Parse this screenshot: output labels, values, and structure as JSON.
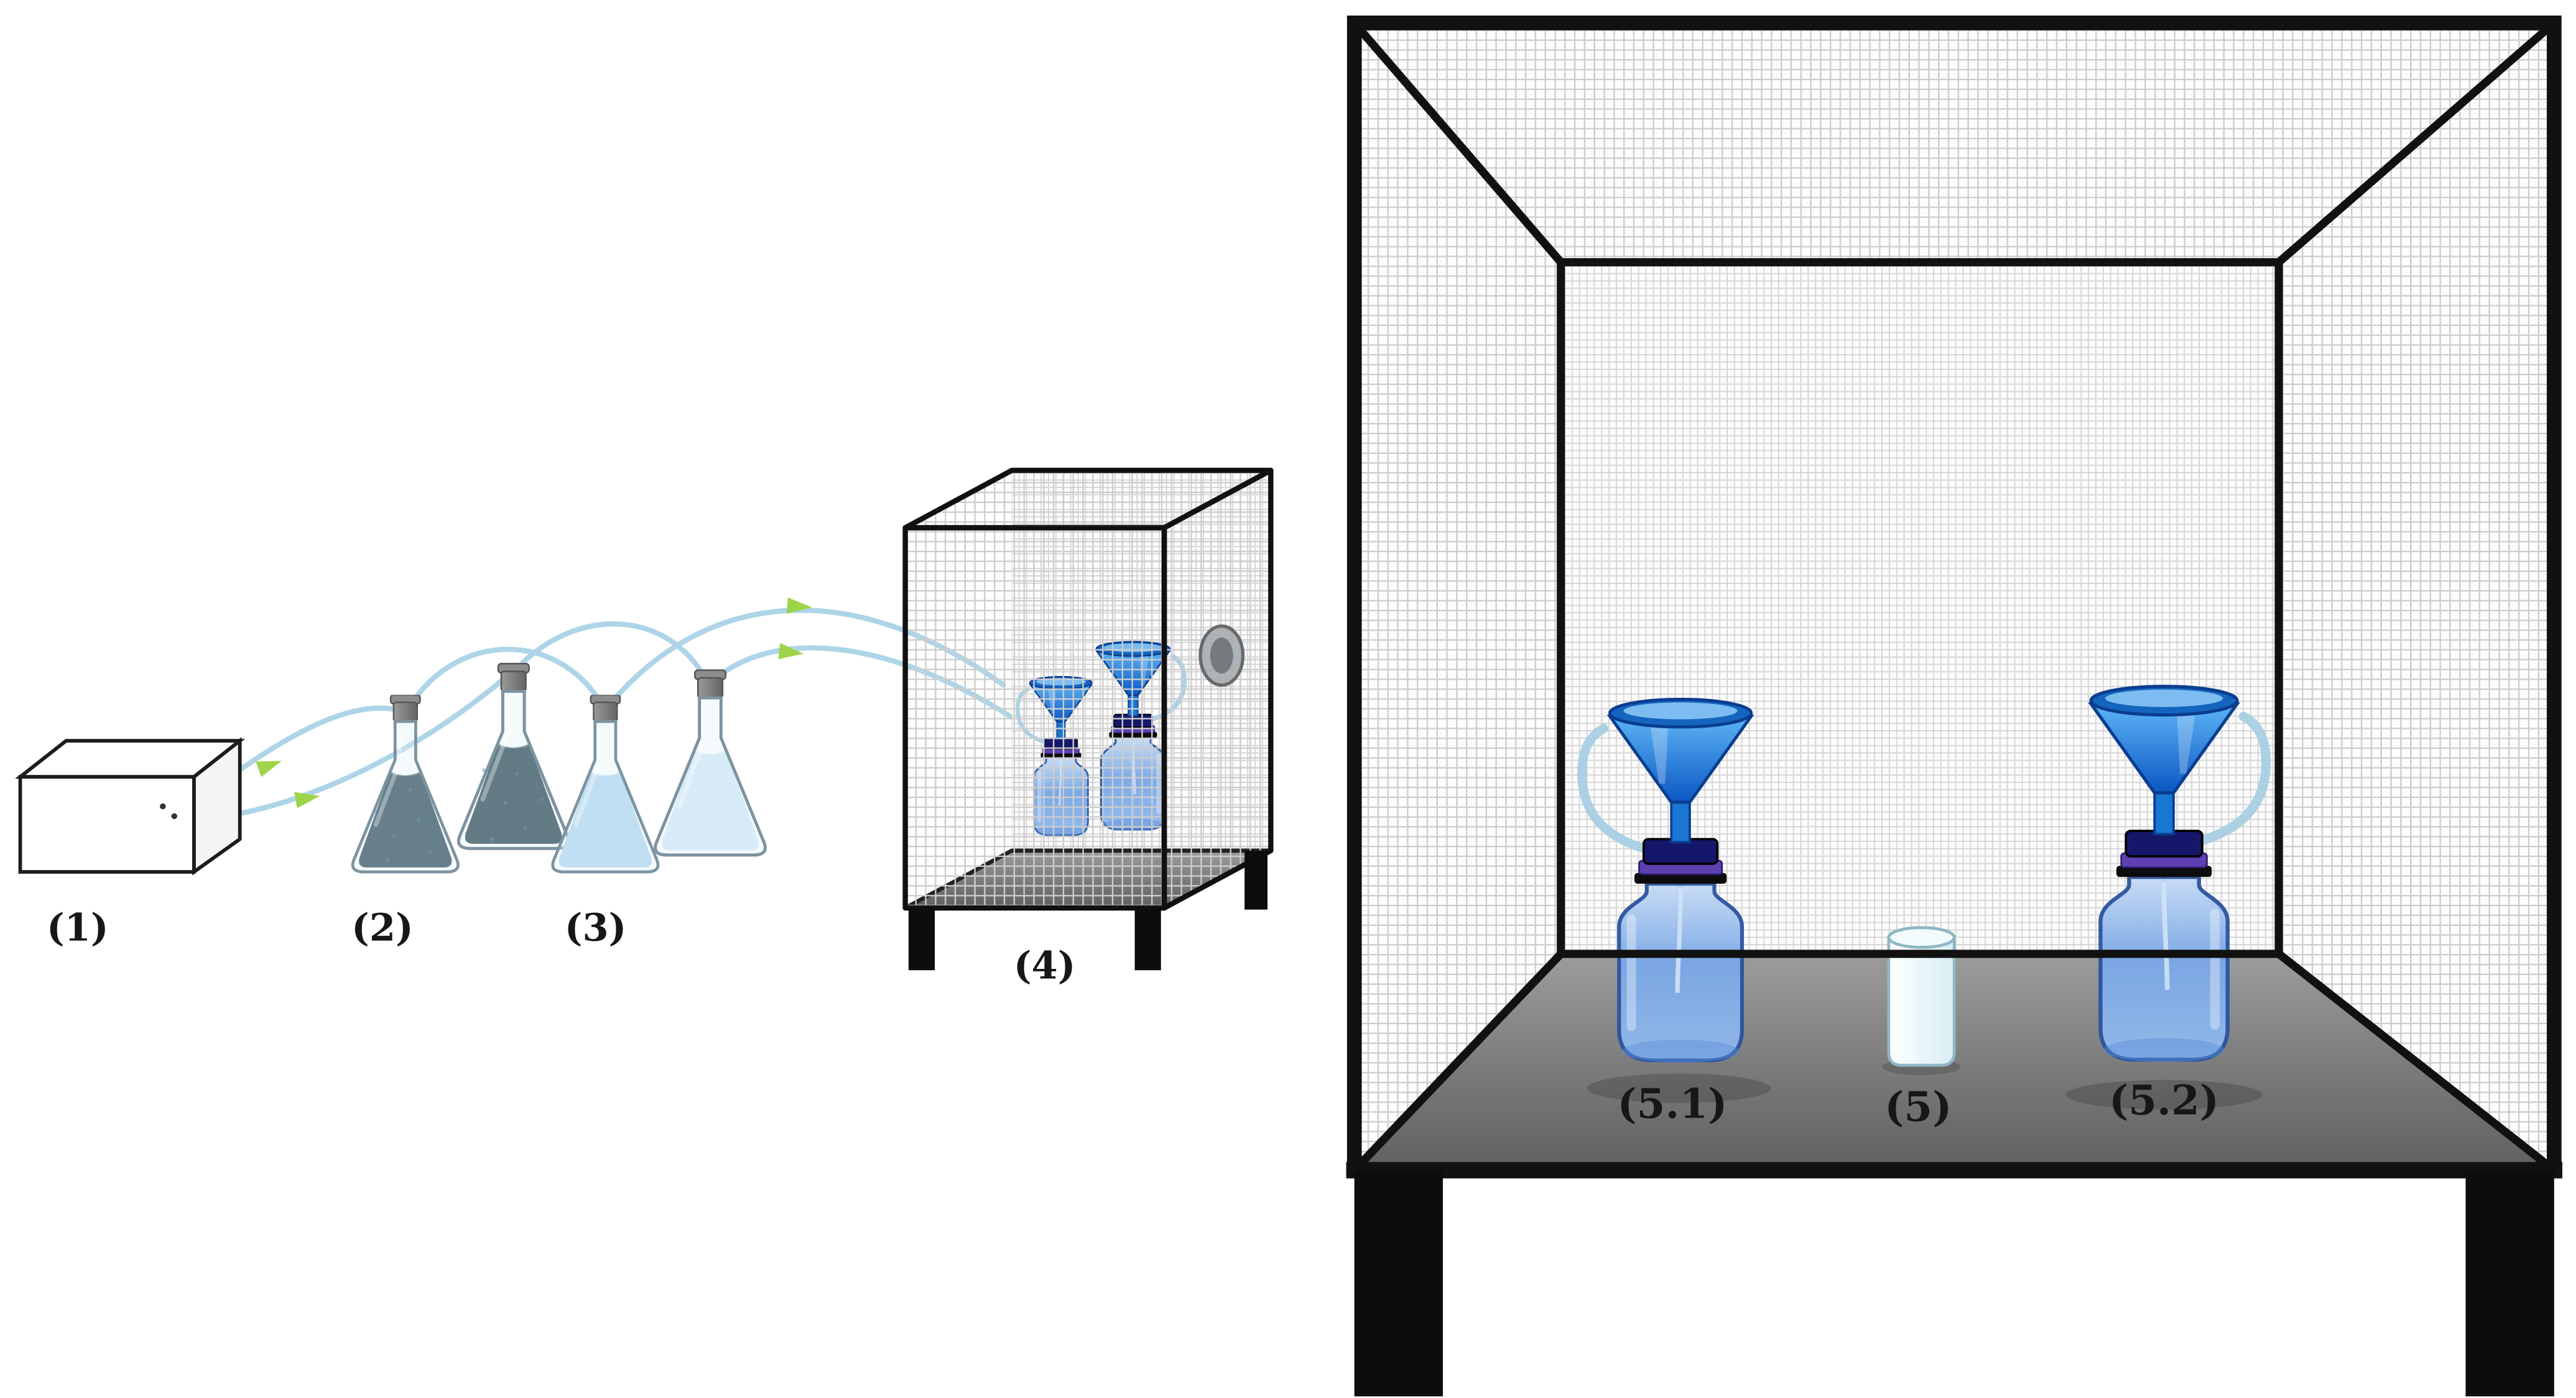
{
  "figure": {
    "type": "experimental-setup-diagram",
    "labels": {
      "pump": "(1)",
      "dark_flasks": "(2)",
      "light_flasks": "(3)",
      "cage_small": "(4)",
      "cylinder": "(5)",
      "bottle_left": "(5.1)",
      "bottle_right": "(5.2)"
    },
    "colors": {
      "tube": "#a9d3e6",
      "arrow": "#9ed44a",
      "funnel": "#2a8de0",
      "funnel_rim": "#1565c0",
      "bottle_glass": "#7aa7e6",
      "cap": "#15186a",
      "cap_ring": "#5d3fb0",
      "dark_liquid_a": "#24434f",
      "dark_liquid_b": "#1e3c48",
      "light_liquid_a": "#aed6ee",
      "light_liquid_b": "#d3e9f7",
      "mesh_line": "#cdcdcd",
      "floor_gray": "#7d7d7d",
      "frame_black": "#111111",
      "stopper_gray": "#7c7c7c"
    }
  }
}
